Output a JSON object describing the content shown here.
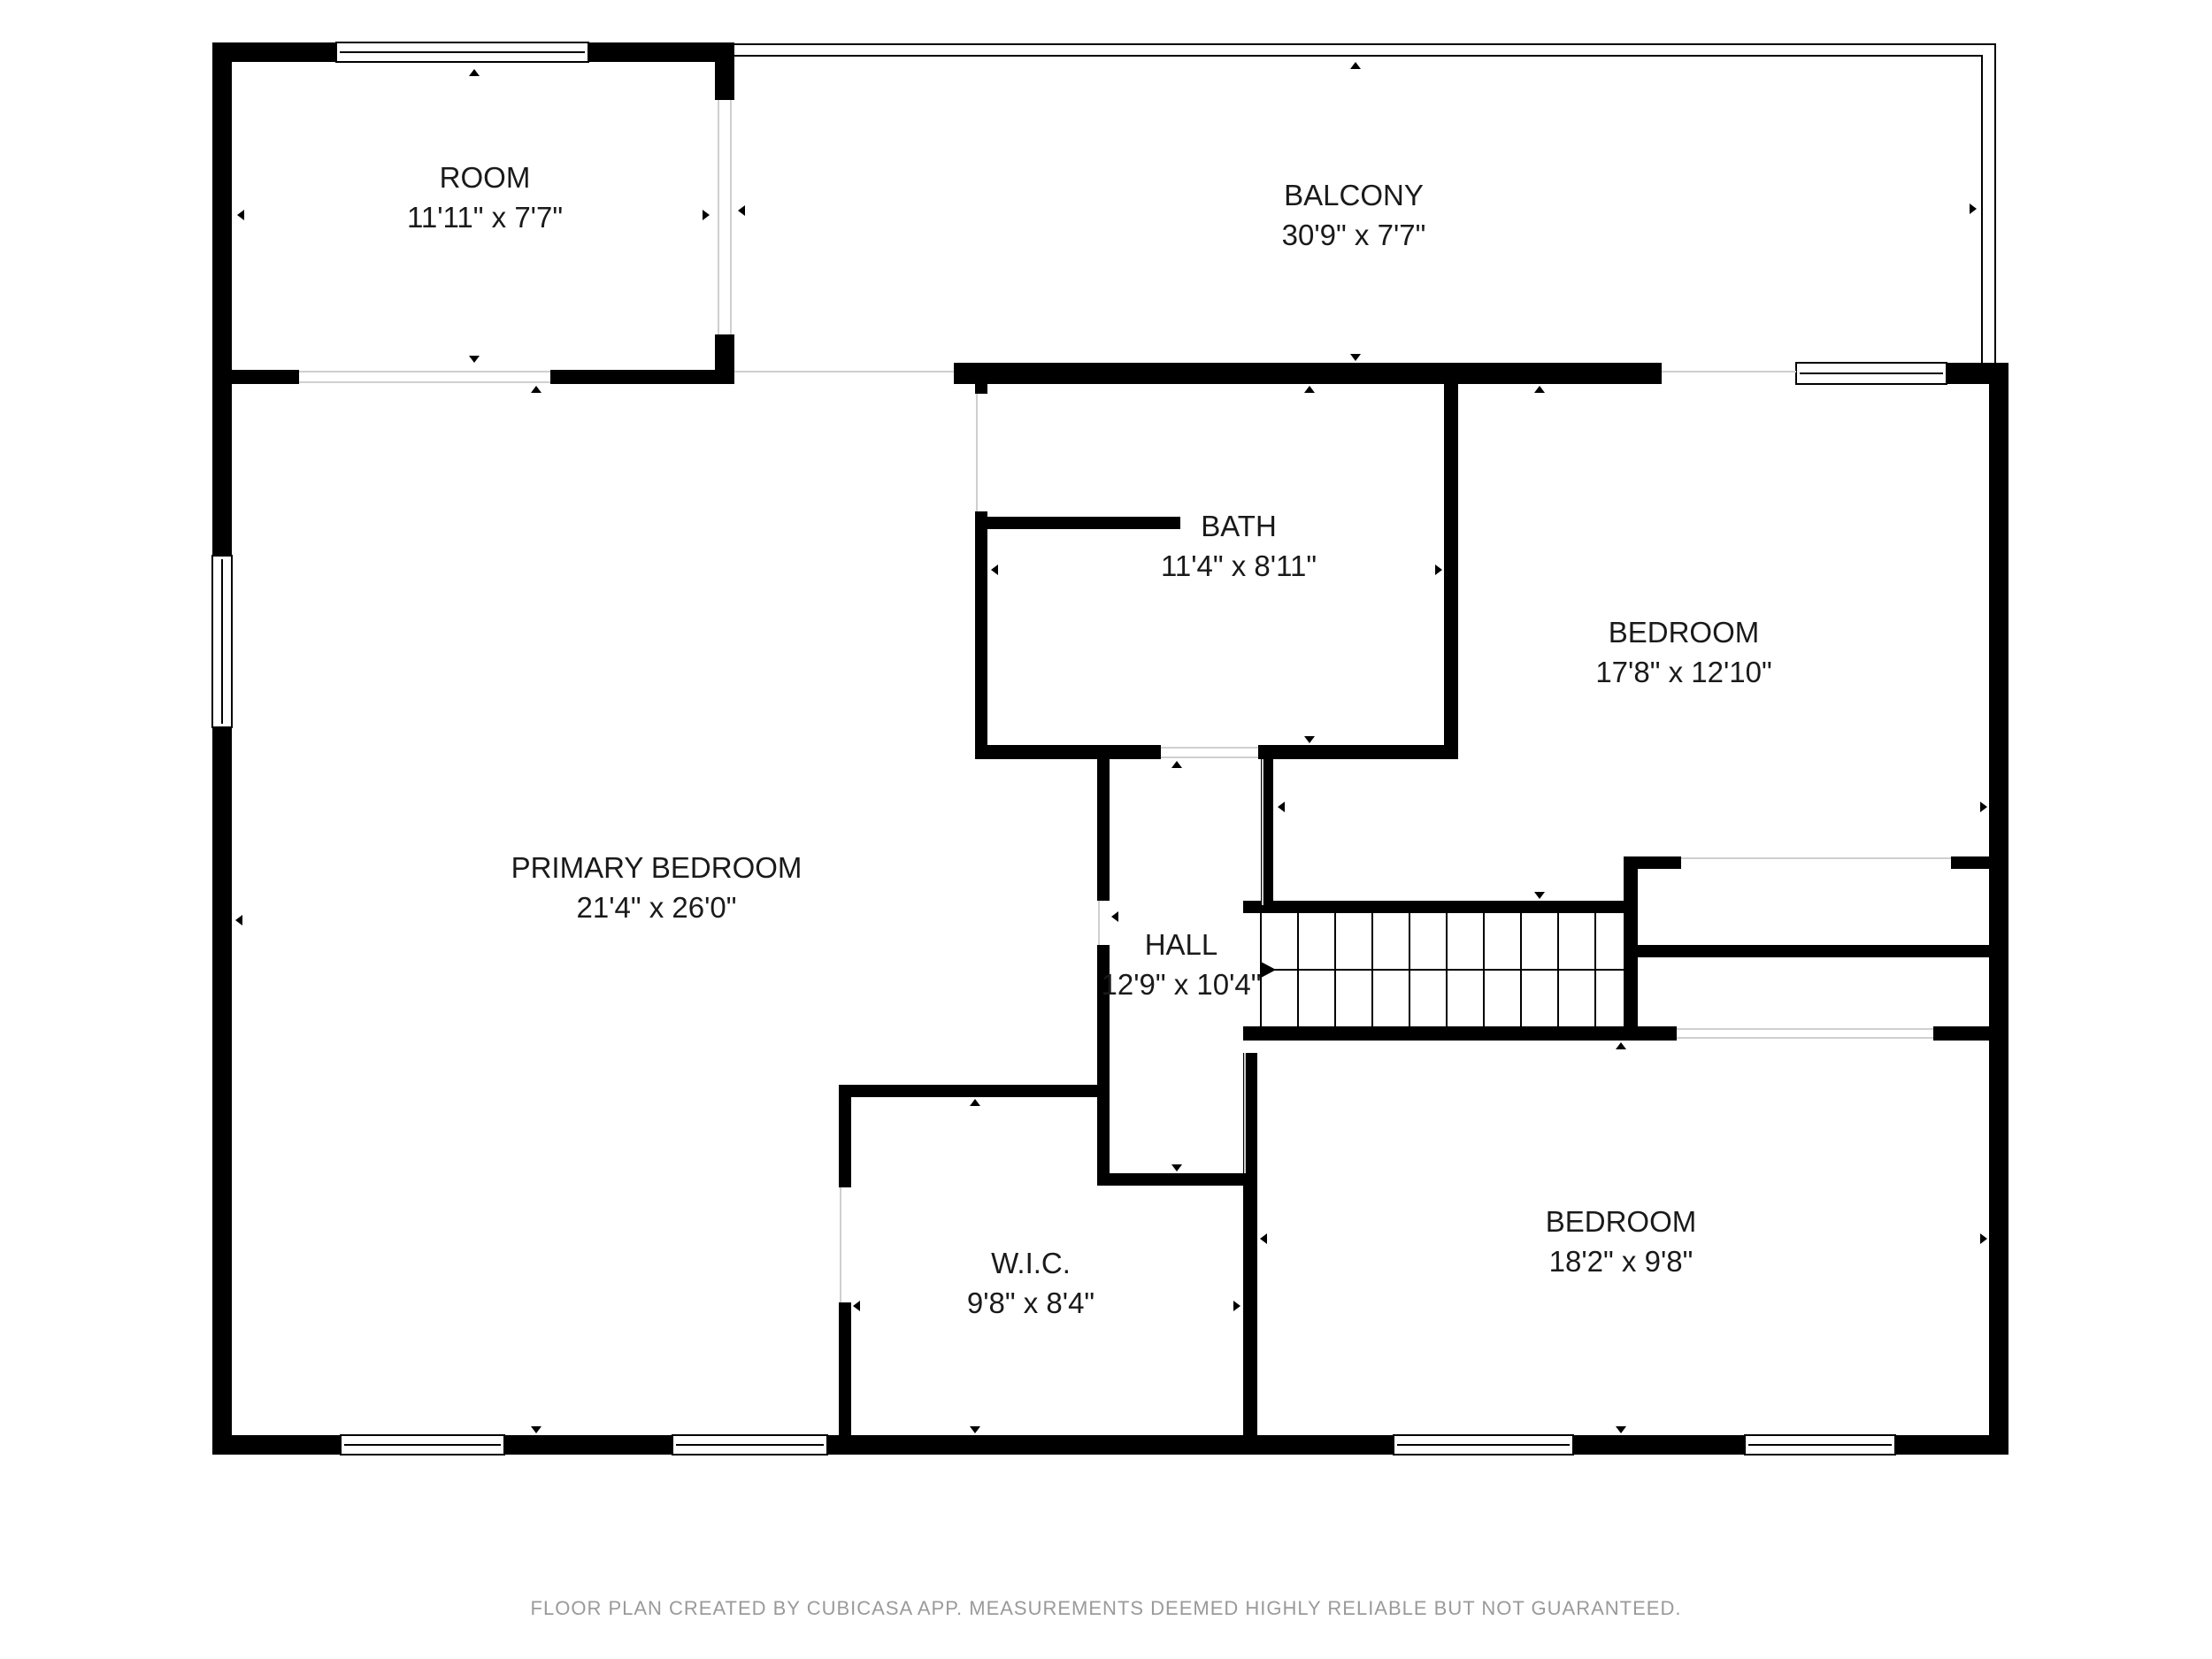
{
  "rooms": {
    "room": {
      "name": "ROOM",
      "size": "11'11\" x 7'7\""
    },
    "balcony": {
      "name": "BALCONY",
      "size": "30'9\" x 7'7\""
    },
    "bath": {
      "name": "BATH",
      "size": "11'4\" x 8'11\""
    },
    "bedroom_1": {
      "name": "BEDROOM",
      "size": "17'8\" x 12'10\""
    },
    "primary": {
      "name": "PRIMARY BEDROOM",
      "size": "21'4\" x 26'0\""
    },
    "hall": {
      "name": "HALL",
      "size": "12'9\" x 10'4\""
    },
    "wic": {
      "name": "W.I.C.",
      "size": "9'8\" x 8'4\""
    },
    "bedroom_2": {
      "name": "BEDROOM",
      "size": "18'2\" x 9'8\""
    }
  },
  "footer": "FLOOR PLAN CREATED BY CUBICASA APP. MEASUREMENTS DEEMED HIGHLY RELIABLE BUT NOT GUARANTEED.",
  "colors": {
    "wall": "#000000",
    "background": "#ffffff",
    "footer_text": "#9a9a9a"
  }
}
